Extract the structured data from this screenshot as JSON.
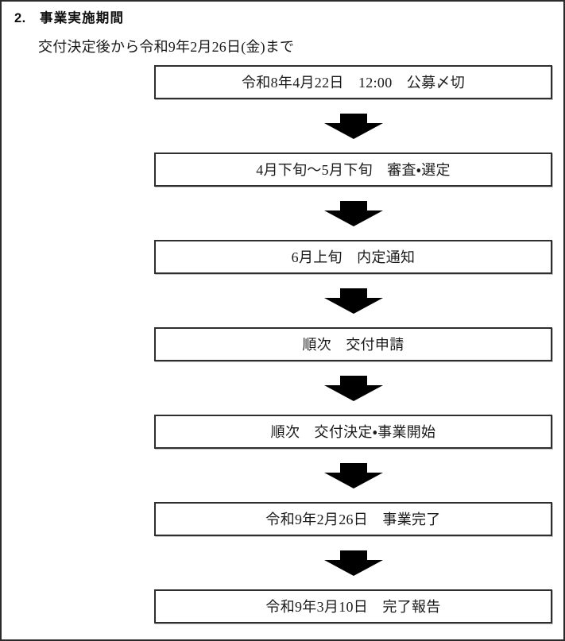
{
  "page": {
    "section_number": "2.",
    "section_title": "事業実施期間",
    "period_text": "交付決定後から令和9年2月26日(金)まで"
  },
  "flow": {
    "arrow_icon": "down-arrow-icon",
    "steps": [
      {
        "label": "令和8年4月22日　12:00　公募〆切"
      },
      {
        "label": "4月下旬～5月下旬　審査・選定"
      },
      {
        "label": "6月上旬　内定通知"
      },
      {
        "label": "順次　交付申請"
      },
      {
        "label": "順次　交付決定・事業開始"
      },
      {
        "label": "令和9年2月26日　事業完了"
      },
      {
        "label": "令和9年3月10日　完了報告"
      }
    ]
  },
  "colors": {
    "page_border": "#2b2b2b",
    "box_border": "#2e2e2e",
    "text": "#1a1a1a",
    "arrow_fill": "#000000",
    "background": "#ffffff"
  }
}
